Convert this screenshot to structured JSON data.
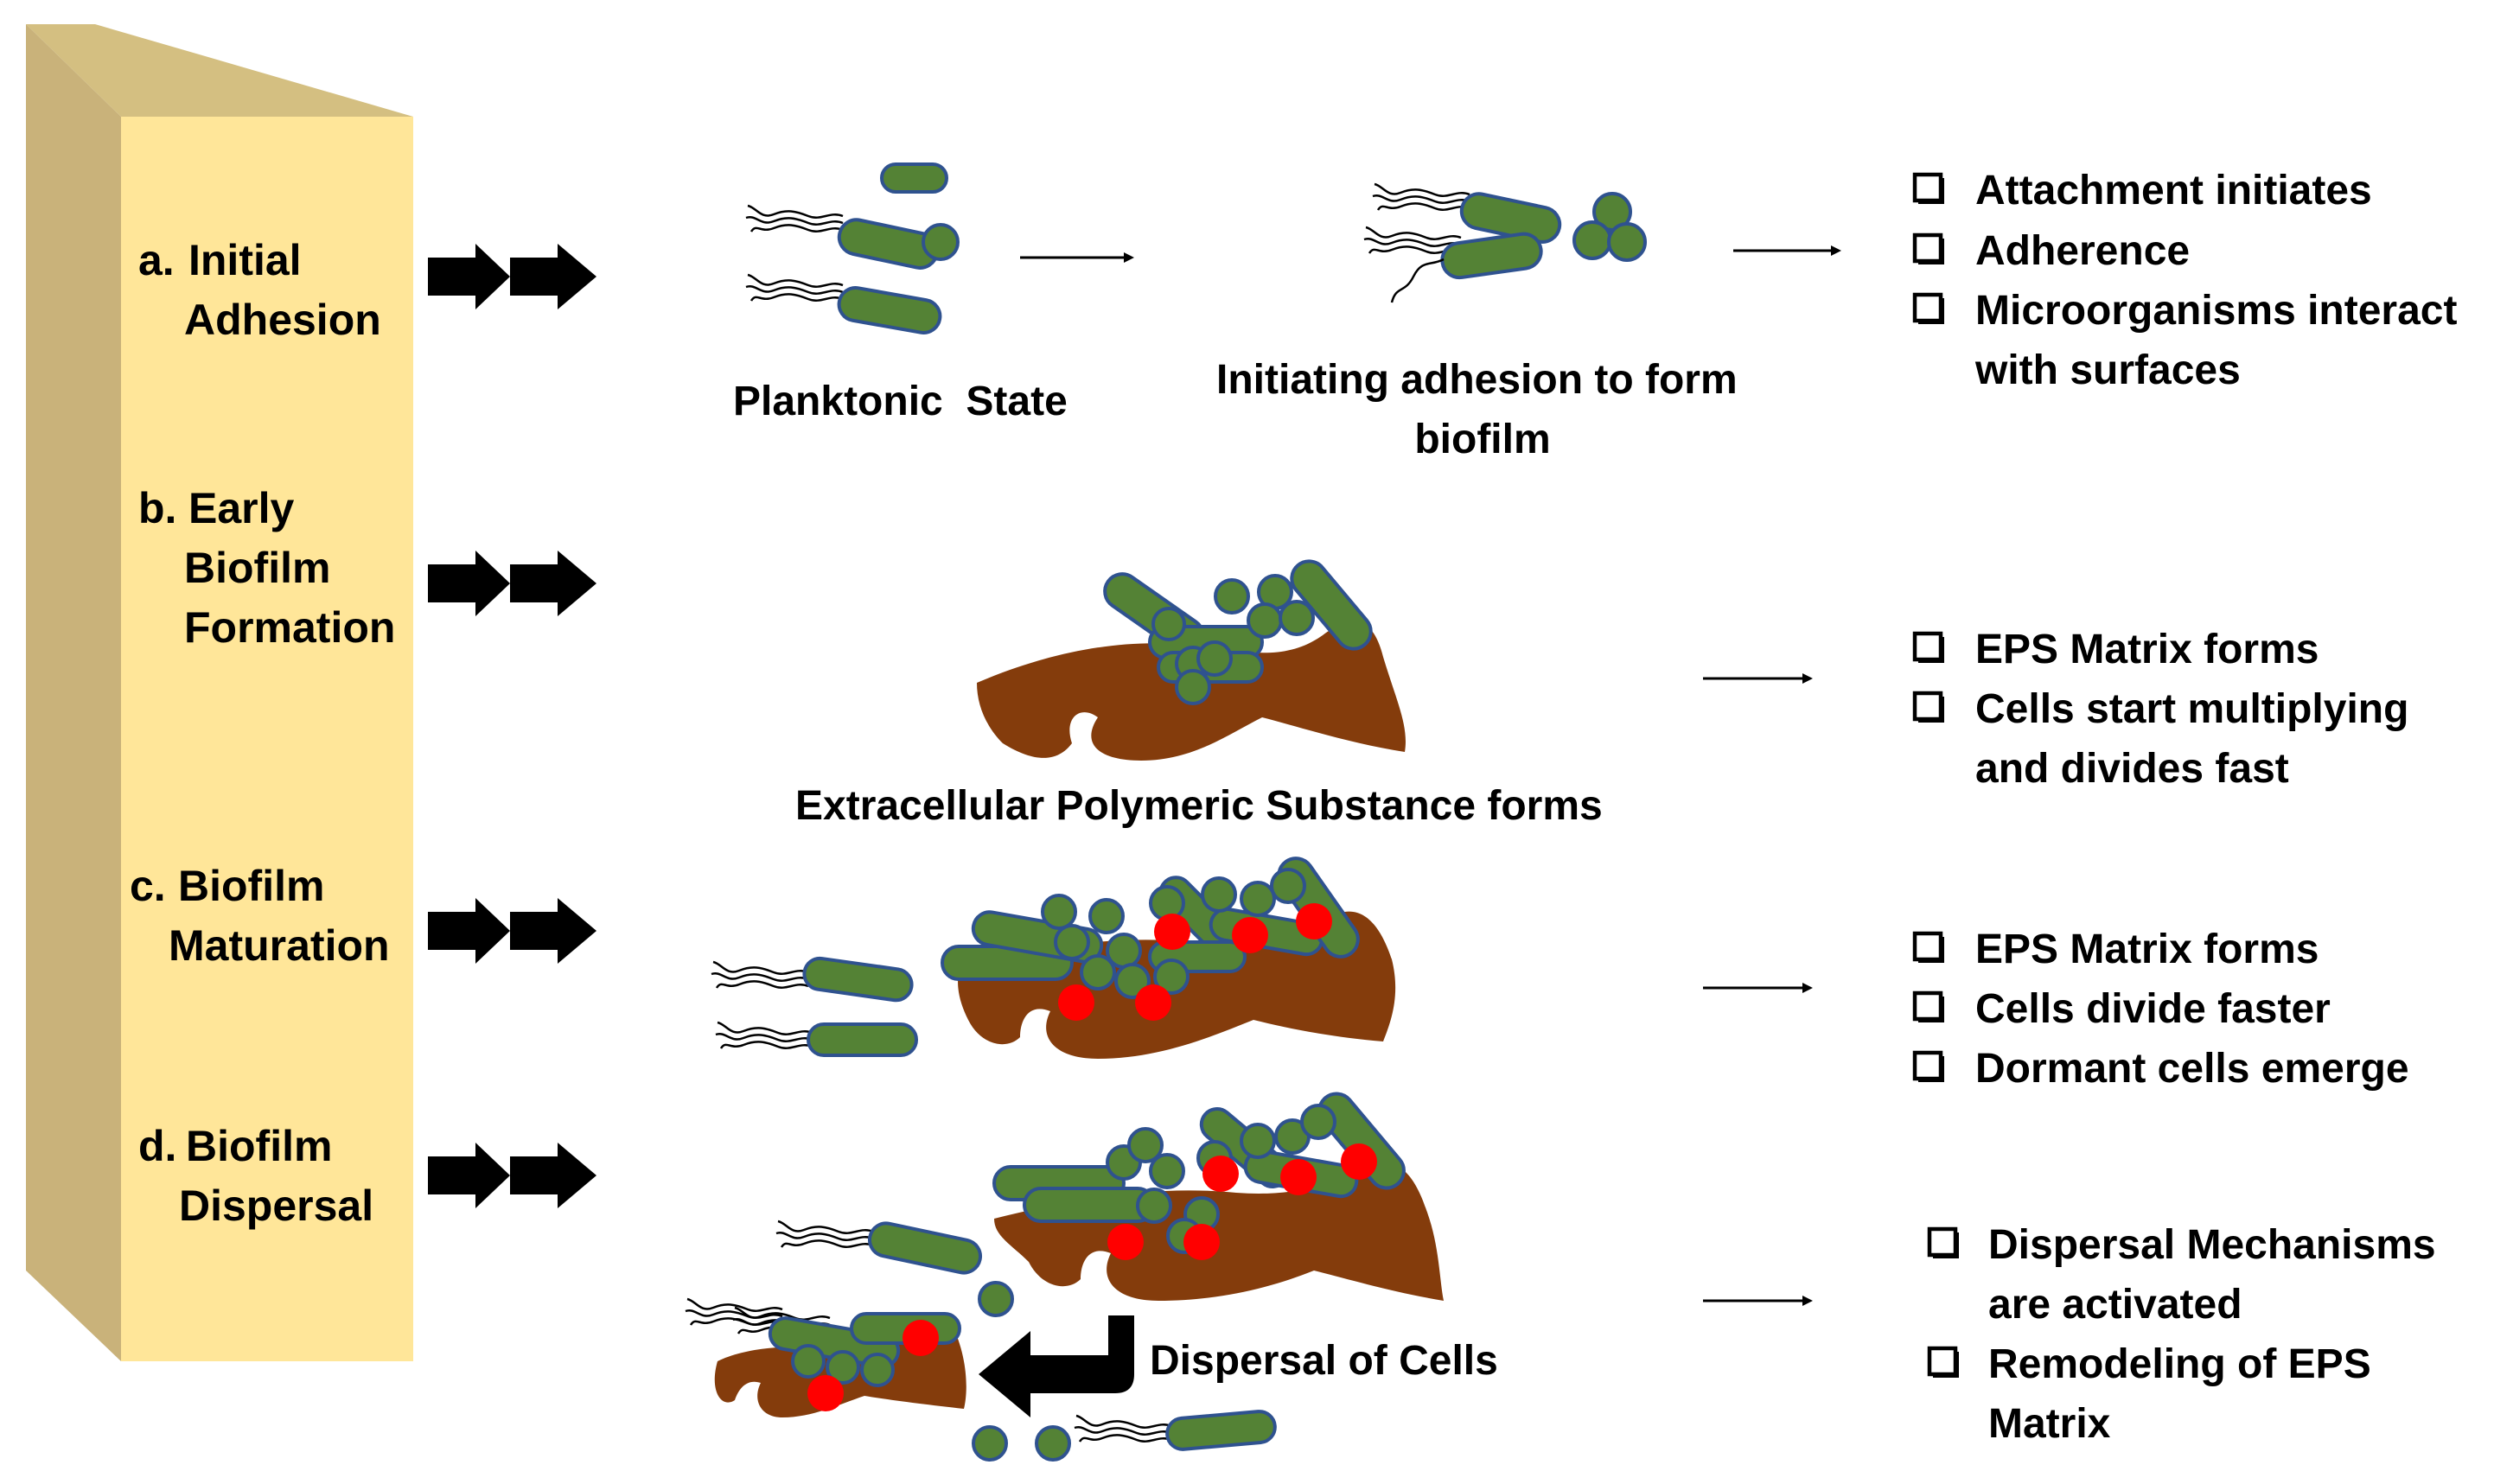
{
  "stages": [
    {
      "letter": "a.",
      "name_lines": [
        "Initial",
        "Adhesion"
      ]
    },
    {
      "letter": "b.",
      "name_lines": [
        "Early",
        "Biofilm",
        "Formation"
      ]
    },
    {
      "letter": "c.",
      "name_lines": [
        "Biofilm",
        "Maturation"
      ]
    },
    {
      "letter": "d.",
      "name_lines": [
        "Biofilm",
        "Dispersal"
      ]
    }
  ],
  "captions": {
    "planktonic": "Planktonic  State",
    "initiating_line1": "Initiating adhesion to form",
    "initiating_line2": "biofilm",
    "eps": "Extracellular Polymeric Substance forms",
    "dispersal_cells": "Dispersal of Cells"
  },
  "bullets": {
    "initial_adhesion": [
      [
        "Attachment initiates"
      ],
      [
        "Adherence"
      ],
      [
        "Microorganisms interact",
        "with surfaces"
      ]
    ],
    "early_biofilm": [
      [
        "EPS Matrix forms"
      ],
      [
        "Cells start multiplying",
        "and divides fast"
      ]
    ],
    "maturation": [
      [
        "EPS Matrix forms"
      ],
      [
        "Cells divide faster"
      ],
      [
        "Dormant cells emerge"
      ]
    ],
    "dispersal": [
      [
        "Dispersal Mechanisms",
        "are activated"
      ],
      [
        "Remodeling of EPS",
        "Matrix"
      ]
    ]
  },
  "colors": {
    "panel_front": "#ffe699",
    "panel_side": "#d4bf81",
    "bacteria_fill": "#548235",
    "bacteria_outline": "#2f528f",
    "eps_matrix": "#843c0c",
    "dormant_cell": "#ff0000"
  }
}
